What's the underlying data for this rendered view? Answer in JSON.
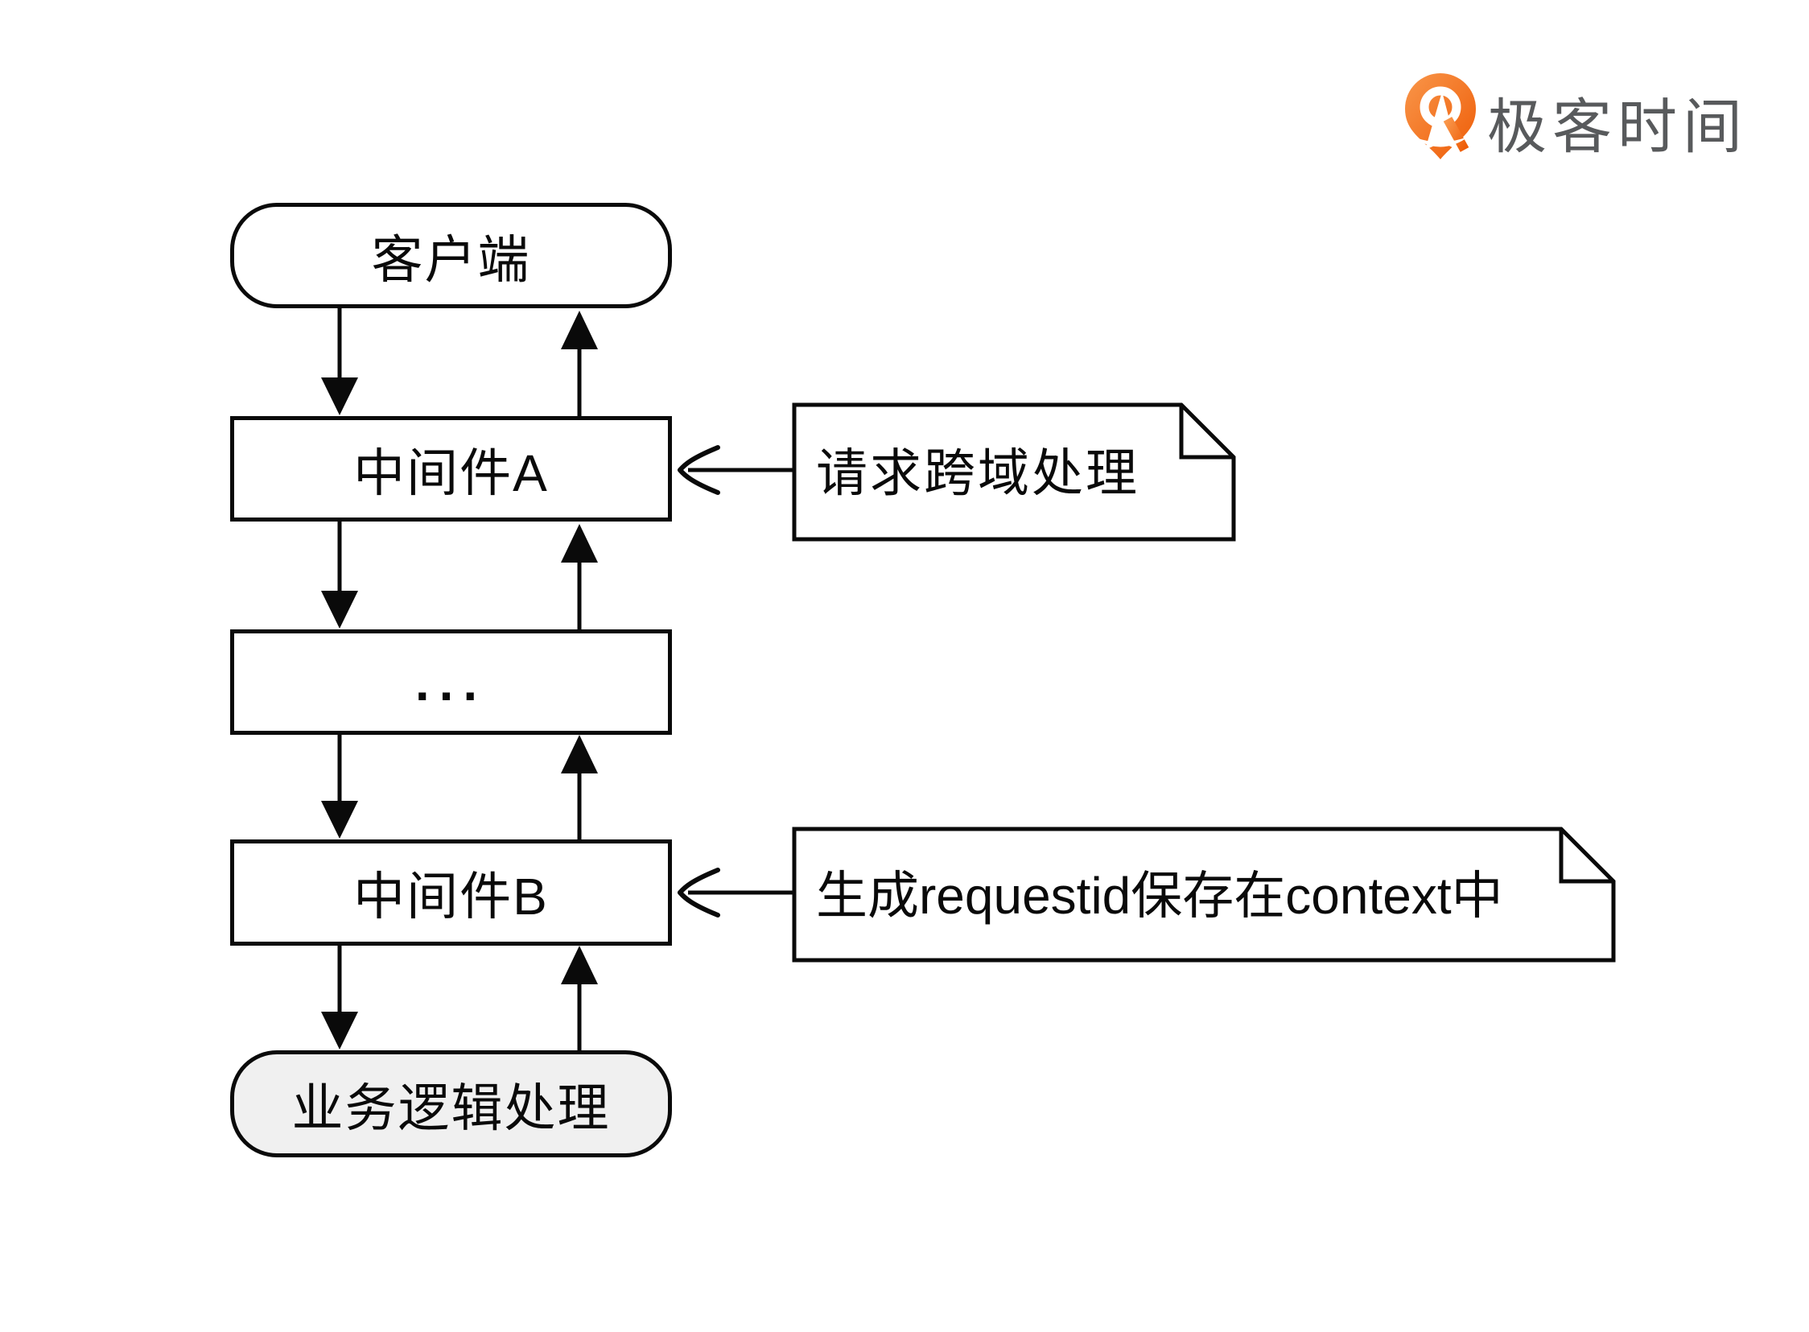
{
  "theme": {
    "accent": "#f26501",
    "ink": "#0a0a0a",
    "brand-text": "#585a5c",
    "node-fill": "#ffffff",
    "shaded-fill": "#f0f0f0",
    "canvas": "#ffffff"
  },
  "logo": {
    "brand": "极客时间",
    "icon": "geektime-pin-icon",
    "icon_color": "#f26501"
  },
  "diagram": {
    "nodes": [
      {
        "label": "客户端",
        "shape": "rounded"
      },
      {
        "label": "中间件A",
        "shape": "rect"
      },
      {
        "label": "...",
        "shape": "rect"
      },
      {
        "label": "中间件B",
        "shape": "rect"
      },
      {
        "label": "业务逻辑处理",
        "shape": "rounded",
        "fill": "#f0f0f0"
      }
    ],
    "notes": [
      {
        "text": "请求跨域处理",
        "target": "中间件A"
      },
      {
        "text": "生成requestid保存在context中",
        "target": "中间件B"
      }
    ]
  }
}
